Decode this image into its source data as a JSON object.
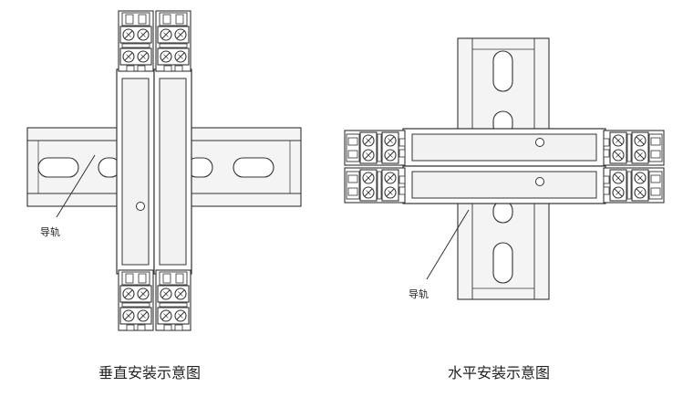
{
  "vertical_diagram": {
    "rail_label": "导轨",
    "caption": "垂直安装示意图"
  },
  "horizontal_diagram": {
    "rail_label": "导轨",
    "caption": "水平安装示意图"
  },
  "colors": {
    "line": "#333333",
    "rail_fill": "#f4f4f4",
    "module_fill": "#ffffff",
    "window_fill": "#f2f2f2",
    "background": "#ffffff"
  }
}
